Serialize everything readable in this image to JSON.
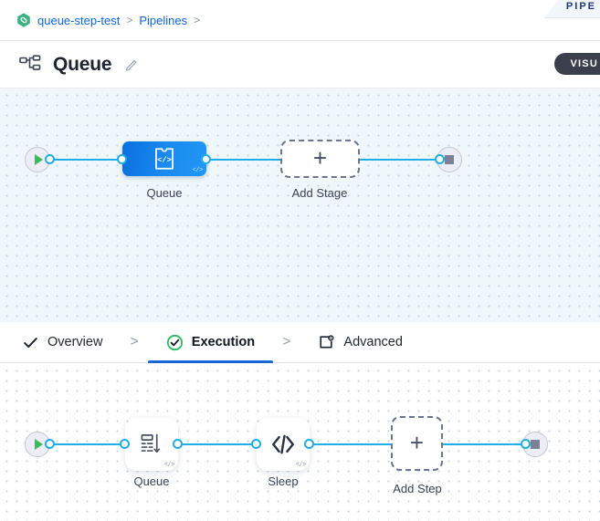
{
  "ribbon": {
    "text": "PIPE"
  },
  "breadcrumb": {
    "project_icon": "hexagon-link-icon",
    "items": [
      {
        "label": "queue-step-test",
        "sep": ">"
      },
      {
        "label": "Pipelines",
        "sep": ">"
      }
    ],
    "link_color": "#0c66e4"
  },
  "header": {
    "icon": "pipeline-hierarchy-icon",
    "title": "Queue",
    "edit_icon": "pencil-edit-icon",
    "visual_button": {
      "label": "VISU",
      "bg": "#3b3f4c",
      "fg": "#ffffff"
    }
  },
  "stage_canvas": {
    "background": "#eff7fb",
    "start": {
      "name": "start-node",
      "icon": "play-icon",
      "color": "#41b860"
    },
    "end": {
      "name": "end-node",
      "icon": "stop-square-icon",
      "color": "#7c8198"
    },
    "edge_color": "#1eaeea",
    "nodes": [
      {
        "label": "Queue",
        "type": "stage",
        "style": "blue",
        "icon": "code-block-icon",
        "badge": "</>"
      },
      {
        "label": "Add Stage",
        "type": "add",
        "style": "dashed",
        "icon": "plus-icon"
      }
    ]
  },
  "tabs": {
    "items": [
      {
        "label": "Overview",
        "icon": "check-icon",
        "active": false
      },
      {
        "label": "Execution",
        "icon": "check-circle-green-icon",
        "active": true
      },
      {
        "label": "Advanced",
        "icon": "box-gear-icon",
        "active": false
      }
    ],
    "separator": ">",
    "active_underline_color": "#1668d8"
  },
  "step_canvas": {
    "background": "#ffffff",
    "start": {
      "name": "start-node",
      "icon": "play-icon",
      "color": "#41b860"
    },
    "end": {
      "name": "end-node",
      "icon": "stop-square-icon",
      "color": "#7c8198"
    },
    "edge_color": "#1eaeea",
    "nodes": [
      {
        "label": "Queue",
        "type": "step",
        "style": "white",
        "icon": "queue-stack-icon",
        "badge": "</>"
      },
      {
        "label": "Sleep",
        "type": "step",
        "style": "white",
        "icon": "code-angle-icon",
        "badge": "</>"
      },
      {
        "label": "Add Step",
        "type": "add",
        "style": "dashed",
        "icon": "plus-icon"
      }
    ]
  }
}
